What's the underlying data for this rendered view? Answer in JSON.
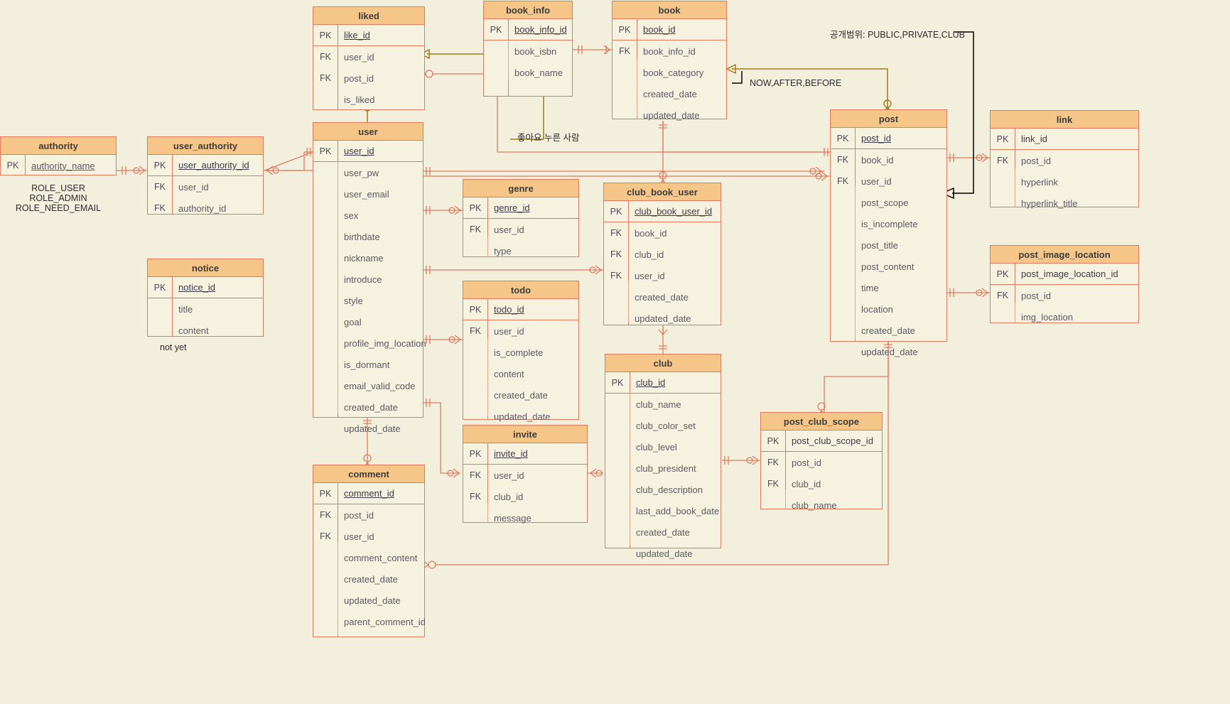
{
  "diagram": {
    "type": "er-diagram",
    "background_color": "#f3efdd",
    "entity_header_color": "#f5c687",
    "entity_border_color": "#e07a5f",
    "relation_line_color": "#e07a5f",
    "annotation_line_color": "#a07a12",
    "notes": [
      {
        "id": "authority-values",
        "text": "ROLE_USER\nROLE_ADMIN\nROLE_NEED_EMAIL",
        "lines": [
          "ROLE_USER",
          "ROLE_ADMIN",
          "ROLE_NEED_EMAIL"
        ]
      },
      {
        "id": "notice-note",
        "text": "not yet"
      },
      {
        "id": "liked-note",
        "text": "좋아요 누른 사람"
      },
      {
        "id": "book-category-note",
        "text": "NOW,AFTER,BEFORE"
      },
      {
        "id": "post-scope-note",
        "text": "공개범위: PUBLIC,PRIVATE,CLUB"
      }
    ]
  },
  "entities": {
    "liked": {
      "name": "liked",
      "fields": [
        {
          "key": "PK",
          "name": "like_id"
        },
        {
          "key": "FK",
          "name": "user_id"
        },
        {
          "key": "FK",
          "name": "post_id"
        },
        {
          "key": "",
          "name": "is_liked"
        }
      ]
    },
    "book_info": {
      "name": "book_info",
      "fields": [
        {
          "key": "PK",
          "name": "book_info_id"
        },
        {
          "key": "",
          "name": "book_isbn"
        },
        {
          "key": "",
          "name": "book_name"
        }
      ]
    },
    "book": {
      "name": "book",
      "fields": [
        {
          "key": "PK",
          "name": "book_id"
        },
        {
          "key": "FK",
          "name": "book_info_id"
        },
        {
          "key": "",
          "name": "book_category"
        },
        {
          "key": "",
          "name": "created_date"
        },
        {
          "key": "",
          "name": "updated_date"
        }
      ]
    },
    "authority": {
      "name": "authority",
      "fields": [
        {
          "key": "PK",
          "name": "authority_name"
        }
      ]
    },
    "user_authority": {
      "name": "user_authority",
      "fields": [
        {
          "key": "PK",
          "name": "user_authority_id"
        },
        {
          "key": "FK",
          "name": "user_id"
        },
        {
          "key": "FK",
          "name": "authority_id"
        }
      ]
    },
    "user": {
      "name": "user",
      "fields": [
        {
          "key": "PK",
          "name": "user_id"
        },
        {
          "key": "",
          "name": "user_pw"
        },
        {
          "key": "",
          "name": "user_email"
        },
        {
          "key": "",
          "name": "sex"
        },
        {
          "key": "",
          "name": "birthdate"
        },
        {
          "key": "",
          "name": "nickname"
        },
        {
          "key": "",
          "name": "introduce"
        },
        {
          "key": "",
          "name": "style"
        },
        {
          "key": "",
          "name": "goal"
        },
        {
          "key": "",
          "name": "profile_img_location"
        },
        {
          "key": "",
          "name": "is_dormant"
        },
        {
          "key": "",
          "name": "email_valid_code"
        },
        {
          "key": "",
          "name": "created_date"
        },
        {
          "key": "",
          "name": "updated_date"
        }
      ]
    },
    "notice": {
      "name": "notice",
      "fields": [
        {
          "key": "PK",
          "name": "notice_id"
        },
        {
          "key": "",
          "name": "title"
        },
        {
          "key": "",
          "name": "content"
        }
      ]
    },
    "genre": {
      "name": "genre",
      "fields": [
        {
          "key": "PK",
          "name": "genre_id"
        },
        {
          "key": "FK",
          "name": "user_id"
        },
        {
          "key": "",
          "name": "type"
        }
      ]
    },
    "todo": {
      "name": "todo",
      "fields": [
        {
          "key": "PK",
          "name": "todo_id"
        },
        {
          "key": "FK",
          "name": "user_id"
        },
        {
          "key": "",
          "name": "is_complete"
        },
        {
          "key": "",
          "name": "content"
        },
        {
          "key": "",
          "name": "created_date"
        },
        {
          "key": "",
          "name": "updated_date"
        }
      ]
    },
    "invite": {
      "name": "invite",
      "fields": [
        {
          "key": "PK",
          "name": "invite_id"
        },
        {
          "key": "FK",
          "name": "user_id"
        },
        {
          "key": "FK",
          "name": "club_id"
        },
        {
          "key": "",
          "name": "message"
        }
      ]
    },
    "comment": {
      "name": "comment",
      "fields": [
        {
          "key": "PK",
          "name": "comment_id"
        },
        {
          "key": "FK",
          "name": "post_id"
        },
        {
          "key": "FK",
          "name": "user_id"
        },
        {
          "key": "",
          "name": "comment_content"
        },
        {
          "key": "",
          "name": "created_date"
        },
        {
          "key": "",
          "name": "updated_date"
        },
        {
          "key": "",
          "name": "parent_comment_id"
        }
      ]
    },
    "club_book_user": {
      "name": "club_book_user",
      "fields": [
        {
          "key": "PK",
          "name": "club_book_user_id"
        },
        {
          "key": "FK",
          "name": "book_id"
        },
        {
          "key": "FK",
          "name": "club_id"
        },
        {
          "key": "FK",
          "name": "user_id"
        },
        {
          "key": "",
          "name": "created_date"
        },
        {
          "key": "",
          "name": "updated_date"
        }
      ]
    },
    "club": {
      "name": "club",
      "fields": [
        {
          "key": "PK",
          "name": "club_id"
        },
        {
          "key": "",
          "name": "club_name"
        },
        {
          "key": "",
          "name": "club_color_set"
        },
        {
          "key": "",
          "name": "club_level"
        },
        {
          "key": "",
          "name": "club_president"
        },
        {
          "key": "",
          "name": "club_description"
        },
        {
          "key": "",
          "name": "last_add_book_date"
        },
        {
          "key": "",
          "name": "created_date"
        },
        {
          "key": "",
          "name": "updated_date"
        }
      ]
    },
    "post": {
      "name": "post",
      "fields": [
        {
          "key": "PK",
          "name": "post_id"
        },
        {
          "key": "FK",
          "name": "book_id"
        },
        {
          "key": "FK",
          "name": "user_id"
        },
        {
          "key": "",
          "name": "post_scope"
        },
        {
          "key": "",
          "name": "is_incomplete"
        },
        {
          "key": "",
          "name": "post_title"
        },
        {
          "key": "",
          "name": "post_content"
        },
        {
          "key": "",
          "name": "time"
        },
        {
          "key": "",
          "name": "location"
        },
        {
          "key": "",
          "name": "created_date"
        },
        {
          "key": "",
          "name": "updated_date"
        }
      ]
    },
    "link": {
      "name": "link",
      "fields": [
        {
          "key": "PK",
          "name": "link_id"
        },
        {
          "key": "FK",
          "name": "post_id"
        },
        {
          "key": "",
          "name": "hyperlink"
        },
        {
          "key": "",
          "name": "hyperlink_title"
        }
      ]
    },
    "post_image_location": {
      "name": "post_image_location",
      "fields": [
        {
          "key": "PK",
          "name": "post_image_location_id"
        },
        {
          "key": "FK",
          "name": "post_id"
        },
        {
          "key": "",
          "name": "img_location"
        }
      ]
    },
    "post_club_scope": {
      "name": "post_club_scope",
      "fields": [
        {
          "key": "PK",
          "name": "post_club_scope_id"
        },
        {
          "key": "FK",
          "name": "post_id"
        },
        {
          "key": "FK",
          "name": "club_id"
        },
        {
          "key": "",
          "name": "club_name"
        }
      ]
    }
  }
}
